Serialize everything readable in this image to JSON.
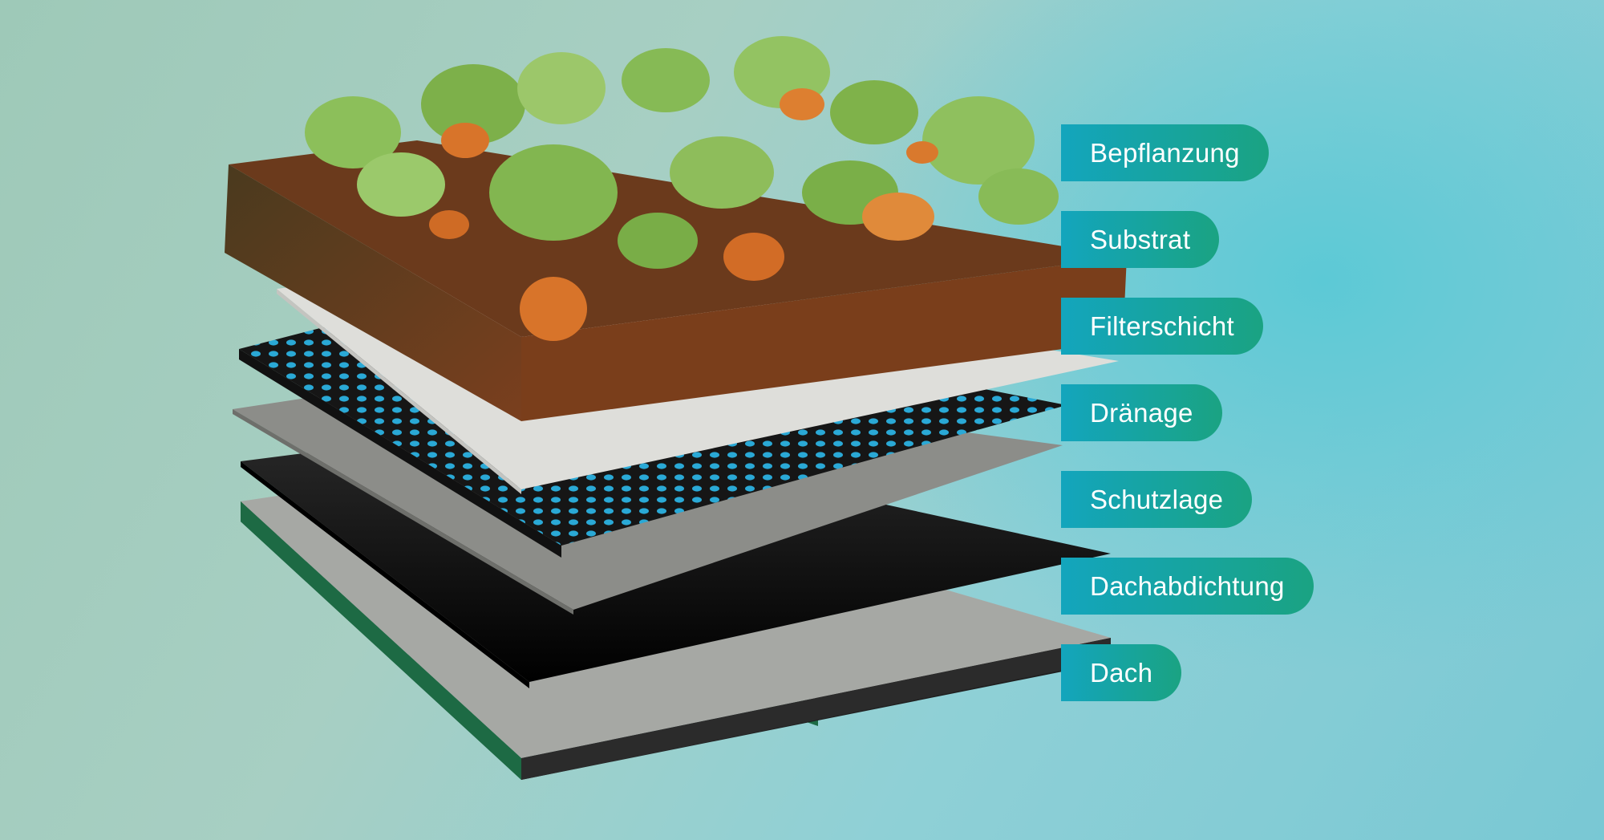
{
  "layers": [
    {
      "label": "Bepflanzung"
    },
    {
      "label": "Substrat"
    },
    {
      "label": "Filterschicht"
    },
    {
      "label": "Dränage"
    },
    {
      "label": "Schutzlage"
    },
    {
      "label": "Dachabdichtung"
    },
    {
      "label": "Dach"
    }
  ],
  "colors": {
    "label_start": "#13a5bd",
    "label_end": "#1aa382",
    "soil": "#6b3a1c",
    "plant_green": "#7fb24a",
    "plant_orange": "#d8742a",
    "filter": "#dcdcd8",
    "drain_black": "#1c1c1c",
    "drain_blue": "#2aa9d6",
    "protection": "#8a8a86",
    "membrane": "#0c0c0c",
    "roof": "#a9aba7",
    "roof_edge": "#1e6b45"
  }
}
